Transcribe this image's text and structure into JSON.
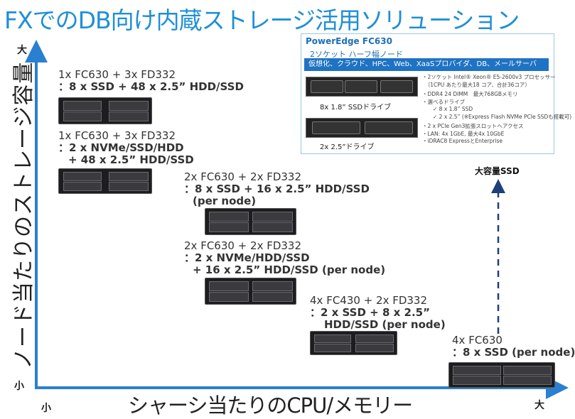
{
  "title": "FXでのDB向け内蔵ストレージ活用ソリューション",
  "y_axis": {
    "label": "ノード当たりのストレージ容量",
    "high": "大",
    "low": "小"
  },
  "x_axis": {
    "label": "シャーシ当たりのCPU/メモリー",
    "low": "小",
    "high": "大"
  },
  "configs": [
    {
      "lines": [
        "1x FC630 + 3x FD332",
        "：8 x SSD + 48 x 2.5” HDD/SSD"
      ]
    },
    {
      "lines": [
        "1x FC630 + 3x FD332",
        "：2 x NVMe/SSD/HDD",
        "+ 48 x 2.5” HDD/SSD"
      ]
    },
    {
      "lines": [
        "2x FC630 + 2x FD332",
        "：8 x SSD + 16 x 2.5” HDD/SSD",
        "(per node)"
      ]
    },
    {
      "lines": [
        "2x FC630 + 2x FD332",
        "：2 x NVMe/HDD/SSD",
        "+ 16 x 2.5” HDD/SSD (per node)"
      ]
    },
    {
      "lines": [
        "4x FC430 + 2x FD332",
        "：2 x SSD + 8 x 2.5”",
        "HDD/SSD (per node)"
      ]
    },
    {
      "lines": [
        "4x FC630",
        "：8 x SSD (per node)"
      ]
    }
  ],
  "fc630_box": {
    "title": "PowerEdge FC630",
    "subtitle": "2ソケット ハーフ幅ノード",
    "band": "仮想化、クラウド、HPC、Web、XaaSプロバイダ、DB、メールサーバ",
    "caption_top": "8x 1.8” SSDドライブ",
    "caption_bottom": "2x 2.5”ドライブ",
    "specs": [
      "・2ソケット Intel® Xeon® E5-2600v3 プロセッサー",
      "　（1CPU あたり最大18 コア、合計36コア）",
      "・DDR4 24 DIMM　最大768GBメモリ",
      "・選べるドライブ",
      "　　✓ 8 x 1.8” SSD",
      "　　✓ 2 x 2.5” (※Express Flash NVMe PCIe SSDも搭載可)",
      "・2 x PCIe Gen3拡張スロットへアクセス",
      "・LAN: 4x 1GbE, 最大4x 10GbE",
      "・iDRAC8 ExpressとEnterprise"
    ]
  },
  "large_ssd_label": "大容量SSD",
  "colors": {
    "title": "#1f8fd6",
    "axis": "#2a7fd0",
    "band": "#1f73c4",
    "dashed_arrow": "#1e3f7a"
  }
}
